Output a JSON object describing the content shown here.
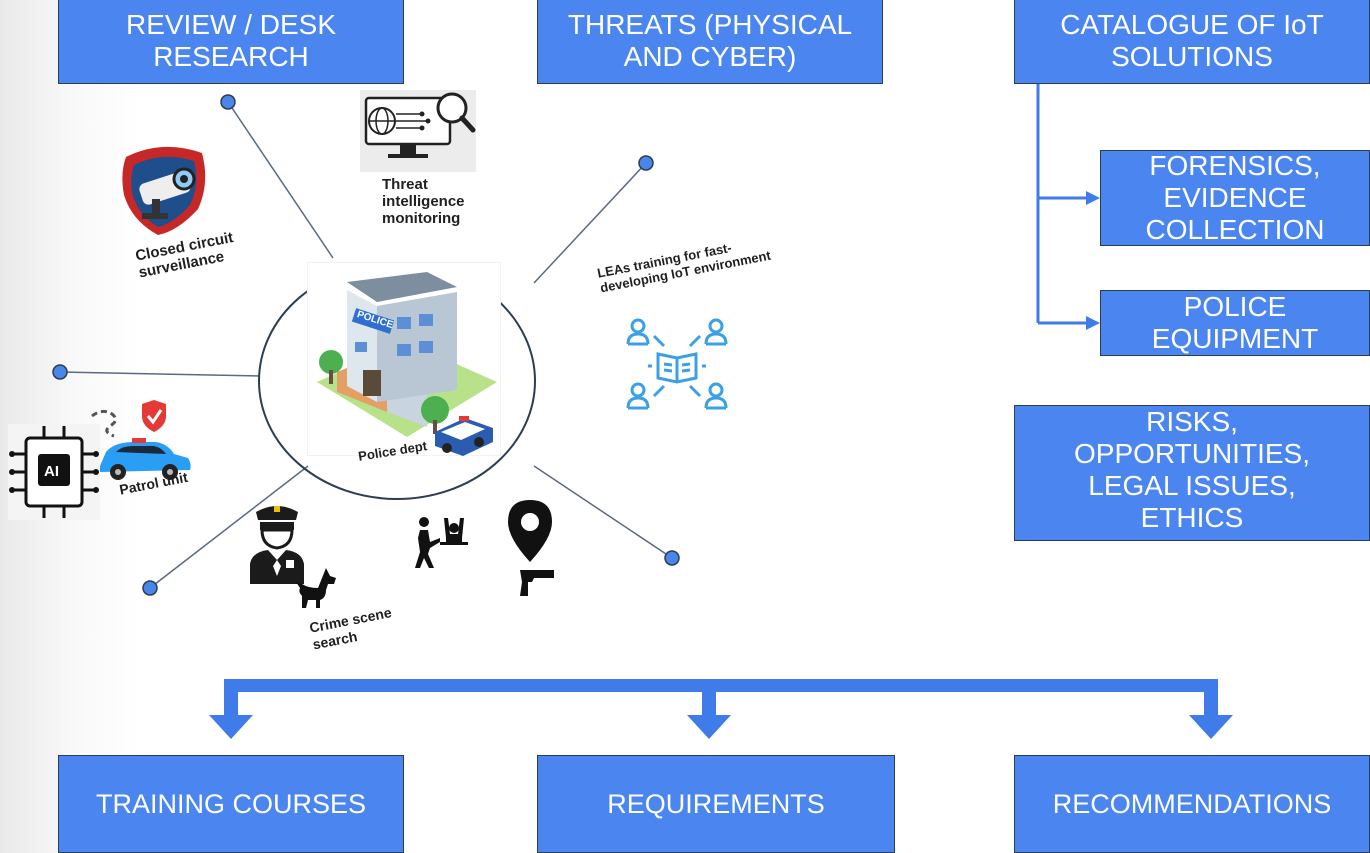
{
  "boxes": {
    "review": "REVIEW / DESK\nRESEARCH",
    "threats": "THREATS (PHYSICAL\nAND CYBER)",
    "catalogue": "CATALOGUE OF IoT\nSOLUTIONS",
    "forensics": "FORENSICS,\nEVIDENCE\nCOLLECTION",
    "police_equipment": "POLICE\nEQUIPMENT",
    "risks": "RISKS,\nOPPORTUNITIES,\nLEGAL ISSUES,\nETHICS",
    "training_courses": "TRAINING COURSES",
    "requirements": "REQUIREMENTS",
    "recommendations": "RECOMMENDATIONS"
  },
  "labels": {
    "threat_intel": "Threat\nintelligence\nmonitoring",
    "cctv": "Closed circuit\nsurveillance",
    "leas_training": "LEAs training for fast-\ndeveloping IoT environment",
    "police_dept": "Police dept",
    "patrol_unit": "Patrol unit",
    "crime_scene": "Crime scene\nsearch",
    "police_sign": "POLICE",
    "ai_chip": "AI"
  },
  "colors": {
    "box_fill": "#4a85f0",
    "box_border": "#2d3d52",
    "arrow": "#3f7be9",
    "spoke": "#5a6a82",
    "node": "#4a86e8"
  },
  "icons": [
    "cctv-camera-icon",
    "threat-monitor-icon",
    "training-network-icon",
    "police-station-icon",
    "ai-chip-icon",
    "patrol-car-icon",
    "police-officer-icon",
    "police-dog-icon",
    "arrest-icon",
    "location-pin-icon",
    "gun-icon"
  ]
}
